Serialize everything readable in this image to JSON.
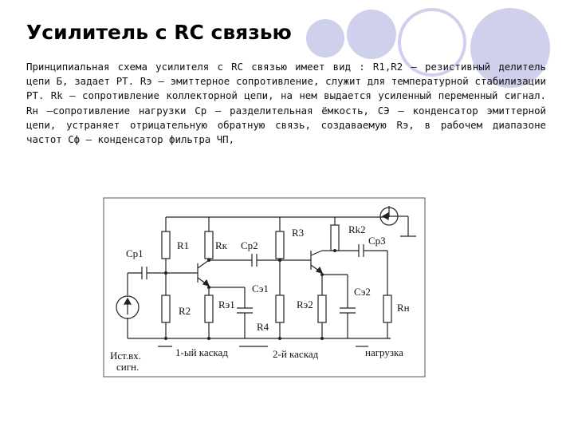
{
  "slide": {
    "title": "Усилитель с RC связью",
    "paragraph": "Принципиальная схема усилителя с RC связью имеет вид : R1,R2 – резистивный делитель цепи Б, задает РТ. Rэ – эмиттерное сопротивление, служит для температурной стабилизации РТ. Rk – сопротивление коллекторной цепи, на нем выдается усиленный переменный сигнал. Rн –сопротивление нагрузки Ср – разделительная ёмкость, СЭ – конденсатор эмиттерной цепи, устраняет отрицательную обратную связь, создаваемую Rэ, в рабочем диапазоне частот Сф – конденсатор фильтра ЧП,"
  },
  "decor": {
    "circle_color": "#cfd0ec"
  },
  "schematic": {
    "labels": {
      "cp1": "Ср1",
      "r1": "R1",
      "rk": "Rк",
      "cp2": "Ср2",
      "r3": "R3",
      "rk2": "Rk2",
      "cp3": "Ср3",
      "r2": "R2",
      "re1": "Rэ1",
      "ce1": "Сэ1",
      "r4": "R4",
      "re2": "Rэ2",
      "ce2": "Сэ2",
      "rn": "Rн",
      "source_line1": "Ист.вх.",
      "source_line2": "сигн.",
      "stage1": "1-ый каскад",
      "stage2": "2-й каскад",
      "load": "нагрузка"
    }
  }
}
